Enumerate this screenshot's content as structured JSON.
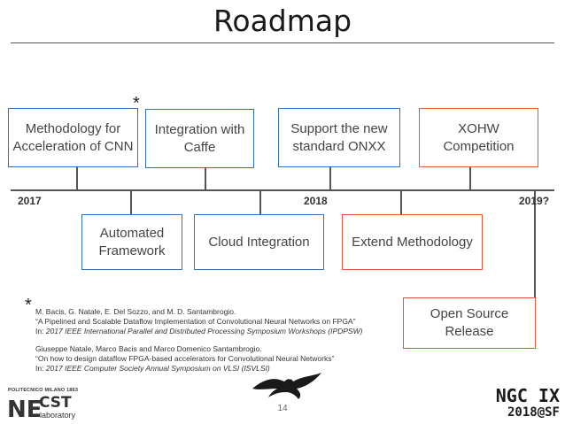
{
  "title": "Roadmap",
  "timeline": {
    "years": [
      "2017",
      "2018",
      "2019?"
    ]
  },
  "milestones_top": [
    {
      "label": "Methodology for Acceleration of CNN"
    },
    {
      "label": "Integration with Caffe"
    },
    {
      "label": "Support the new standard ONXX"
    },
    {
      "label": "XOHW Competition"
    }
  ],
  "milestones_bottom": [
    {
      "label": "Automated Framework"
    },
    {
      "label": "Cloud Integration"
    },
    {
      "label": "Extend Methodology"
    },
    {
      "label": "Open Source Release"
    }
  ],
  "footnote_marker": "*",
  "references": [
    {
      "authors": "M. Bacis, G. Natale, E. Del Sozzo, and M. D. Santambrogio.",
      "title": "“A Pipelined and Scalable Dataflow Implementation of Convolutional Neural Networks on FPGA”",
      "venue_prefix": "In: ",
      "venue": "2017 IEEE International Parallel and Distributed Processing Symposium Workshops (IPDPSW)"
    },
    {
      "authors": "Giuseppe Natale, Marco Bacis and Marco Domenico Santambrogio.",
      "title": "“On how to design dataflow FPGA-based accelerators for Convolutional Neural Networks”",
      "venue_prefix": "In: ",
      "venue": "2017 IEEE Computer Society Annual Symposium on VLSI (ISVLSI)"
    }
  ],
  "footer": {
    "polimi": "POLITECNICO MILANO 1863",
    "necst_ne": "NE",
    "necst_cst": "CST",
    "necst_lab": "laboratory",
    "page_number": "14",
    "ngc_line1": "NGC IX",
    "ngc_line2": "2018@SF"
  }
}
